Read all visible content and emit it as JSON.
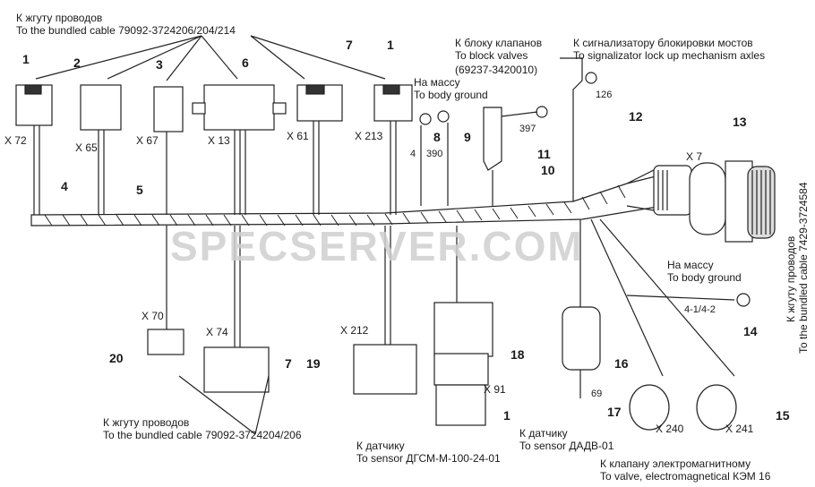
{
  "labels": {
    "top_left_ru": "К жгуту проводов",
    "top_left_en": "To the bundled cable 79092-3724206/204/214",
    "valves_ru": "К блоку клапанов",
    "valves_en": "To block valves",
    "valves_part": "(69237-3420010)",
    "signal_ru": "К сигнализатору блокировки мостов",
    "signal_en": "To signalizator lock up mechanism axles",
    "ground1_ru": "На массу",
    "ground1_en": "To body ground",
    "ground2_ru": "На массу",
    "ground2_en": "To body ground",
    "bottom_left_ru": "К жгуту проводов",
    "bottom_left_en": "To the bundled cable 79092-3724204/206",
    "sensor1_ru": "К датчику",
    "sensor1_en": "To sensor ДГСМ-М-100-24-01",
    "sensor2_ru": "К датчику",
    "sensor2_en": "To sensor ДАДВ-01",
    "valve_ru": "К клапану электромагнитному",
    "valve_en": "To valve, electromagnetical КЭМ 16",
    "right_vert_ru": "К жгуту проводов",
    "right_vert_en": "To the bundled cable 7429-3724584",
    "watermark": "SPECSERVER.COM"
  },
  "connectors": {
    "x72": "X 72",
    "x65": "X 65",
    "x67": "X 67",
    "x13": "X 13",
    "x61": "X 61",
    "x213": "X 213",
    "x7": "X 7",
    "x70": "X 70",
    "x74": "X 74",
    "x212": "X 212",
    "x91": "X 91",
    "x240": "X 240",
    "x241": "X 241"
  },
  "wire_numbers": {
    "w4": "4",
    "w390": "390",
    "w397": "397",
    "w126": "126",
    "w69": "69",
    "w41_42": "4-1/4-2"
  },
  "callouts": [
    "1",
    "2",
    "3",
    "6",
    "7",
    "1",
    "4",
    "5",
    "8",
    "9",
    "11",
    "10",
    "12",
    "13",
    "20",
    "7",
    "19",
    "18",
    "16",
    "17",
    "1",
    "14",
    "15"
  ]
}
